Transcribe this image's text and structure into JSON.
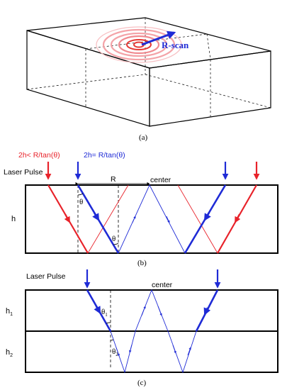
{
  "panel_a": {
    "label": "(a)",
    "scan_label": "R-scan",
    "colors": {
      "circles": "#f4a3a8",
      "inner": "#e53935",
      "arrow": "#1f2bd6"
    }
  },
  "panel_b": {
    "label": "(b)",
    "cond_red": "2h< R/tan(θ)",
    "cond_blue": "2h= R/tan(θ)",
    "laser": "Laser Pulse",
    "center": "center",
    "r": "R",
    "h": "h",
    "theta": "θ",
    "theta_bottom": "θ",
    "colors": {
      "red": "#e8222a",
      "blue": "#1f2bd6"
    }
  },
  "panel_c": {
    "label": "(c)",
    "laser": "Laser Pulse",
    "center": "center",
    "h1": "h",
    "h1_sub": "1",
    "h2": "h",
    "h2_sub": "2",
    "theta1": "θ",
    "theta1_sub": "1",
    "theta2": "θ",
    "theta2_sub": "2"
  }
}
